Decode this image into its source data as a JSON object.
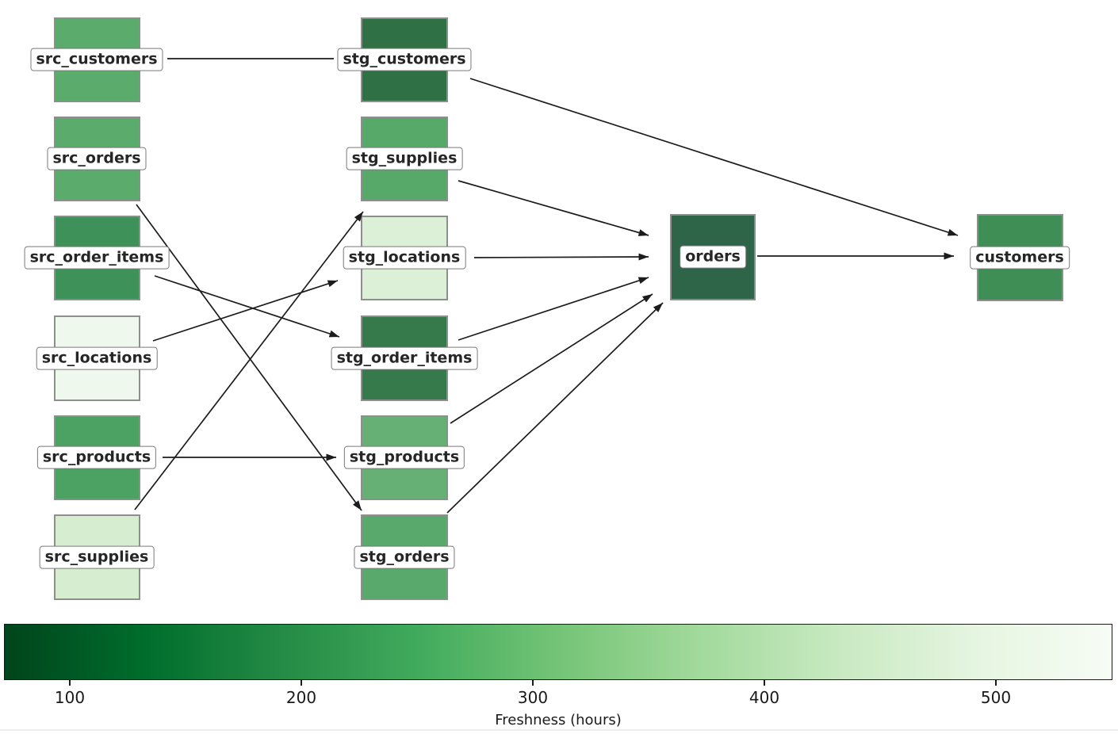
{
  "graph": {
    "nodes": [
      {
        "id": "src_customers",
        "label": "src_customers",
        "color": "#5bac6c"
      },
      {
        "id": "src_orders",
        "label": "src_orders",
        "color": "#5bac6c"
      },
      {
        "id": "src_order_items",
        "label": "src_order_items",
        "color": "#3e9158"
      },
      {
        "id": "src_locations",
        "label": "src_locations",
        "color": "#eff8ec"
      },
      {
        "id": "src_products",
        "label": "src_products",
        "color": "#4ca262"
      },
      {
        "id": "src_supplies",
        "label": "src_supplies",
        "color": "#d6edd0"
      },
      {
        "id": "stg_customers",
        "label": "stg_customers",
        "color": "#2f7044"
      },
      {
        "id": "stg_supplies",
        "label": "stg_supplies",
        "color": "#57a96a"
      },
      {
        "id": "stg_locations",
        "label": "stg_locations",
        "color": "#dcefd7"
      },
      {
        "id": "stg_order_items",
        "label": "stg_order_items",
        "color": "#36794b"
      },
      {
        "id": "stg_products",
        "label": "stg_products",
        "color": "#66b075"
      },
      {
        "id": "stg_orders",
        "label": "stg_orders",
        "color": "#58a96b"
      },
      {
        "id": "orders",
        "label": "orders",
        "color": "#2e6447"
      },
      {
        "id": "customers",
        "label": "customers",
        "color": "#3e8e55"
      }
    ],
    "edges": [
      {
        "from": "src_customers",
        "to": "stg_customers"
      },
      {
        "from": "src_orders",
        "to": "stg_orders"
      },
      {
        "from": "src_order_items",
        "to": "stg_order_items"
      },
      {
        "from": "src_locations",
        "to": "stg_locations"
      },
      {
        "from": "src_products",
        "to": "stg_products"
      },
      {
        "from": "src_supplies",
        "to": "stg_supplies"
      },
      {
        "from": "stg_customers",
        "to": "customers"
      },
      {
        "from": "stg_supplies",
        "to": "orders"
      },
      {
        "from": "stg_locations",
        "to": "orders"
      },
      {
        "from": "stg_order_items",
        "to": "orders"
      },
      {
        "from": "stg_products",
        "to": "orders"
      },
      {
        "from": "stg_orders",
        "to": "orders"
      },
      {
        "from": "orders",
        "to": "customers"
      }
    ]
  },
  "colorbar": {
    "label": "Freshness (hours)",
    "ticks": [
      "100",
      "200",
      "300",
      "400",
      "500"
    ],
    "gradient": [
      "#00441b",
      "#006d2c",
      "#238b45",
      "#41ab5d",
      "#74c476",
      "#a1d99b",
      "#c7e9c0",
      "#e5f5e0",
      "#f7fcf5"
    ]
  }
}
